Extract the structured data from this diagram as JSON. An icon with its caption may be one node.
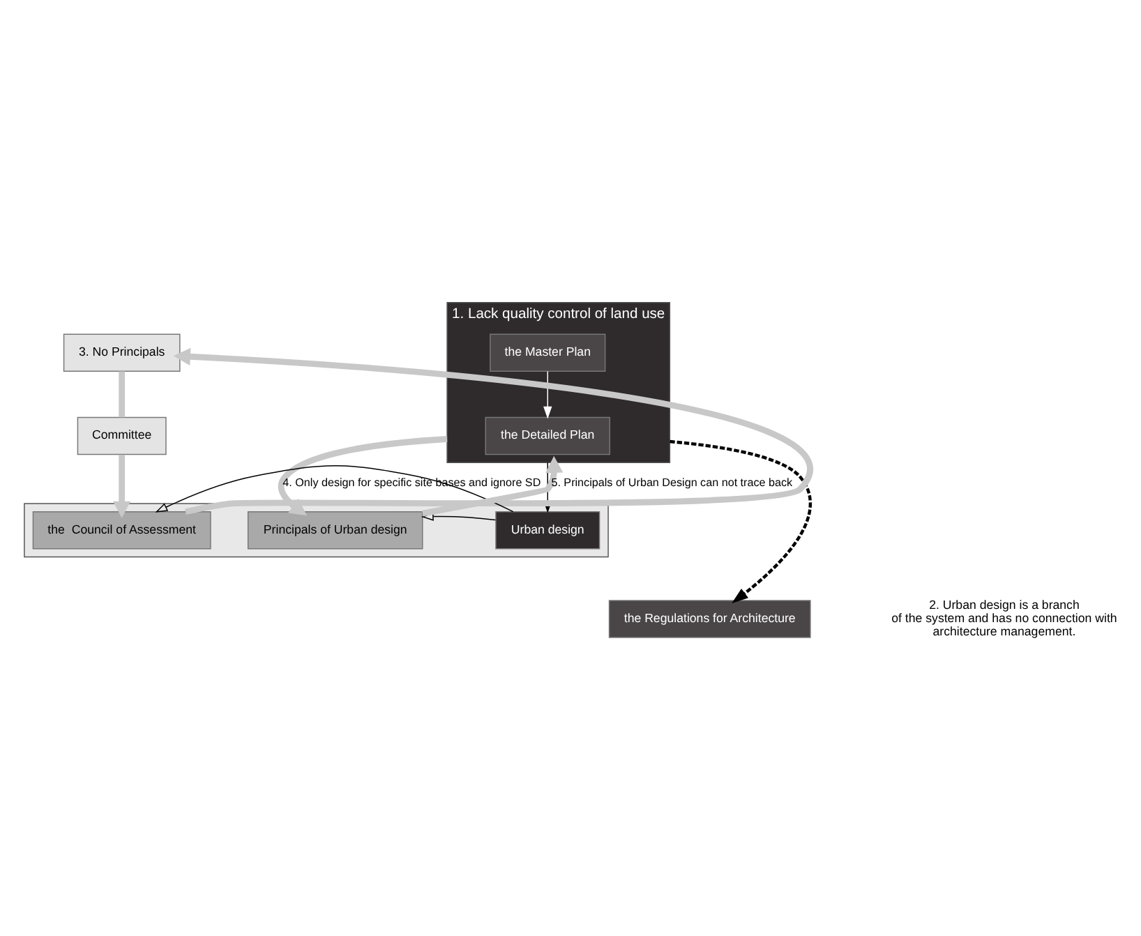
{
  "diagram": {
    "nodes": [
      {
        "text": [
          "1. Lack quality control of land use"
        ]
      },
      {
        "text": [
          "the Master Plan"
        ],
        "in": 0
      },
      {
        "text": [
          "the Detailed Plan"
        ],
        "in": 0
      },
      {
        "text": [
          "3. No Principals"
        ]
      },
      {
        "text": [
          "Committee"
        ]
      },
      {
        "text": [],
        "shape": "box"
      },
      {
        "text": [
          "the  Council of Assessment"
        ],
        "in": 5
      },
      {
        "text": [
          "Urban design"
        ],
        "in": 5
      },
      {
        "text": [
          "Principals of Urban design"
        ],
        "in": 5
      },
      {
        "text": [
          "the Regulations for Architecture"
        ]
      }
    ],
    "edges": [
      {
        "from": 1,
        "to": 2,
        "arrow": "to",
        "color": "#ffffff"
      },
      {
        "from": 0,
        "to": 9,
        "arrow": "to",
        "style": "dashed",
        "color": "#000000"
      },
      {
        "from": 0,
        "to": 7,
        "arrow": "to",
        "color": "#000000"
      },
      {
        "from": 0,
        "to": 8,
        "arrow": "to",
        "label": "4. Only design for specific site bases and ignore SD",
        "style": "thick",
        "color": "#c8c8c8"
      },
      {
        "from": 8,
        "to": 0,
        "arrow": "to",
        "label": "5. Principals of Urban Design can not trace back",
        "style": "thick",
        "color": "#c8c8c8"
      },
      {
        "from": 3,
        "to": 4,
        "arrow": "none",
        "style": "thick",
        "color": "#c8c8c8"
      },
      {
        "from": 4,
        "to": 6,
        "arrow": "to",
        "style": "thick",
        "color": "#c8c8c8"
      },
      {
        "from": 6,
        "to": 3,
        "arrow": "to",
        "style": "thick",
        "color": "#c8c8c8"
      },
      {
        "from": 7,
        "to": 6,
        "arrow": "to",
        "color": "#000000"
      },
      {
        "from": 7,
        "to": 8,
        "arrow": "to",
        "color": "#000000"
      }
    ],
    "labels": [
      "2. Urban design is a branch of the system and has no connection with architecture management."
    ]
  }
}
